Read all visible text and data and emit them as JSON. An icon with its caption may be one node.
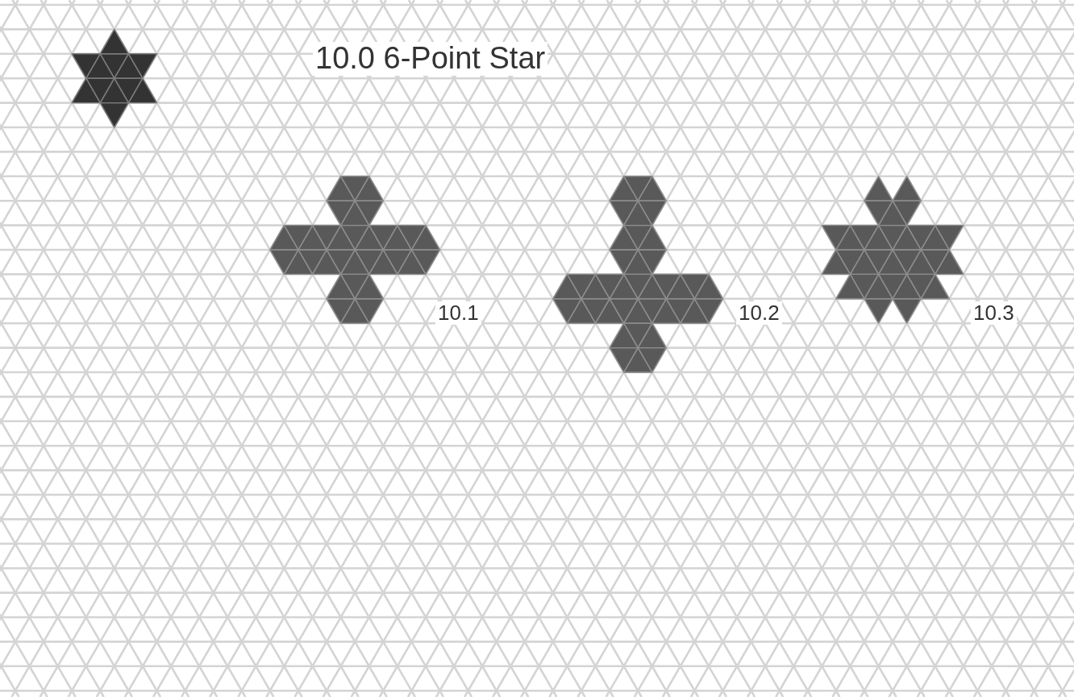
{
  "diagram": {
    "title": "10.0 6-Point Star",
    "labels": [
      "10.1",
      "10.2",
      "10.3"
    ]
  }
}
